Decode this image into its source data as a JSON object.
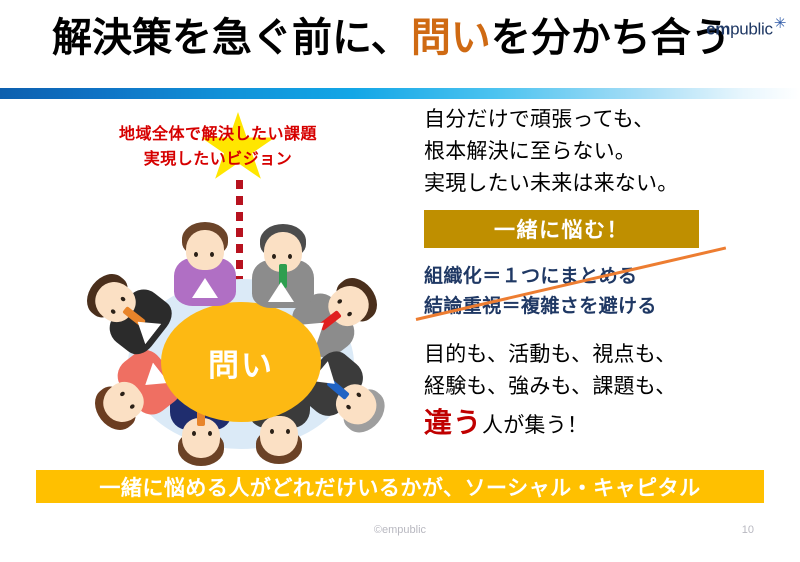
{
  "header": {
    "title_part1": "解決策を急ぐ前に、",
    "title_highlight": "問い",
    "title_part2": "を分かち合う",
    "highlight_color": "#cf6a13",
    "logo_em": "em",
    "logo_rest": "public",
    "logo_mark": "✳",
    "logo_color": "#1f3864"
  },
  "divider": {
    "gradient_from": "#0d5fae",
    "gradient_to": "#ffffff"
  },
  "diagram": {
    "star_color": "#ffe600",
    "vision_line1": "地域全体で解決したい課題",
    "vision_line2": "実現したいビジョン",
    "vision_color": "#d60000",
    "dashed_line_color": "#b7121f",
    "table_color": "#dbeaf7",
    "center_oval_color": "#fdb913",
    "center_label": "問い",
    "people": [
      {
        "name": "person-top",
        "clothing": "#b06fc4",
        "hair": "#6b4429",
        "tie": null
      },
      {
        "name": "person-top-right",
        "clothing": "#8c8c8c",
        "hair": "#4c4c4c",
        "tie": "#2e9e4f"
      },
      {
        "name": "person-right-upper",
        "clothing": "#8c8c8c",
        "hair": "#4a2f1c",
        "tie": "#e02020"
      },
      {
        "name": "person-right-lower",
        "clothing": "#3b3b3b",
        "hair": "#9e9e9e",
        "tie": "#2063c4"
      },
      {
        "name": "person-bottom-right",
        "clothing": "#3b3b3b",
        "hair": "#6b4226",
        "tie": null
      },
      {
        "name": "person-bottom",
        "clothing": "#1f2d6e",
        "hair": "#6b4226",
        "tie": "#e8842a"
      },
      {
        "name": "person-bottom-left",
        "clothing": "#ef6f62",
        "hair": "#6b3d21",
        "tie": null
      },
      {
        "name": "person-left",
        "clothing": "#2b2b2b",
        "hair": "#4a2f1c",
        "tie": "#e8842a"
      }
    ]
  },
  "right": {
    "intro_line1": "自分だけで頑張っても、",
    "intro_line2": "根本解決に至らない。",
    "intro_line3": "実現したい未来は来ない。",
    "gold_banner": "一緒に悩む！",
    "gold_banner_color": "#bf8f00",
    "struck_line1": "組織化＝１つにまとめる",
    "struck_line2": "結論重視＝複雑さを避ける",
    "struck_text_color": "#1f3864",
    "strike_color": "#ed7d31",
    "diff_line1": "目的も、活動も、視点も、",
    "diff_line2": "経験も、強みも、課題も、",
    "diff_emphasis": "違う",
    "diff_emphasis_color": "#c00000",
    "diff_tail": "人が集う！"
  },
  "bottom_banner": {
    "text": "一緒に悩める人がどれだけいるかが、ソーシャル・キャピタル",
    "background": "#ffc000",
    "text_color": "#ffffff"
  },
  "footer": {
    "copyright": "©empublic",
    "page_number": "10"
  }
}
